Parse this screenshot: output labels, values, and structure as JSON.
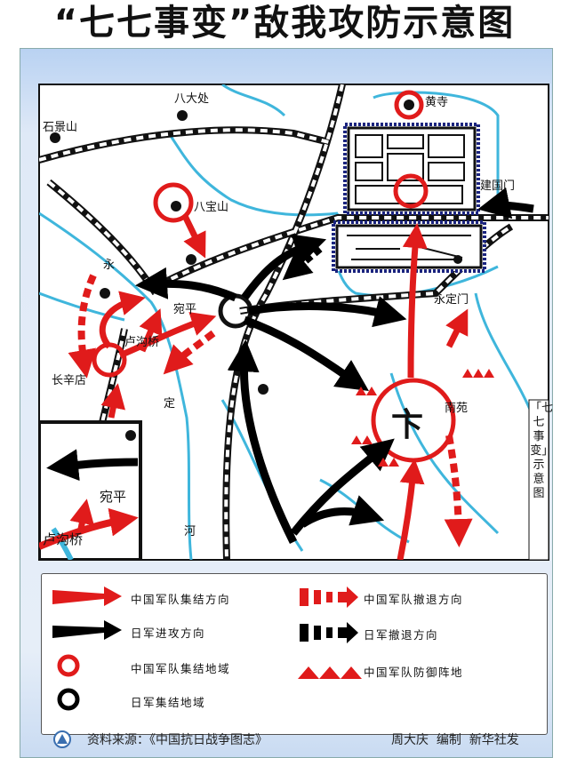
{
  "title": "“七七事变”敌我攻防示意图",
  "side_label": "「七七事变」示意图",
  "colors": {
    "chinese_army": "#e01b1b",
    "japanese_army": "#000000",
    "river": "#3fb6dc",
    "panel": "#d6e4f6"
  },
  "places": {
    "badachu": "八大处",
    "shijingshan": "石景山",
    "huangsi": "黄寺",
    "jianguomen": "建国门",
    "babaoshan": "八宝山",
    "yong": "永",
    "wanping": "宛平",
    "lugouqiao": "卢沟桥",
    "changxindian": "长辛店",
    "ding": "定",
    "he": "河",
    "nanyuan": "南苑",
    "yongdingmen": "永定门"
  },
  "inset": {
    "wanping": "宛平",
    "lugouqiao": "卢沟桥"
  },
  "legend": [
    {
      "icon": "red-arrow-icon",
      "label": "中国军队集结方向"
    },
    {
      "icon": "black-arrow-icon",
      "label": "日军进攻方向"
    },
    {
      "icon": "red-circle-icon",
      "label": "中国军队集结地域"
    },
    {
      "icon": "black-circle-icon",
      "label": "日军集结地域"
    },
    {
      "icon": "red-dashed-arrow-icon",
      "label": "中国军队撤退方向"
    },
    {
      "icon": "black-dashed-arrow-icon",
      "label": "日军撤退方向"
    },
    {
      "icon": "red-triangles-icon",
      "label": "中国军队防御阵地"
    }
  ],
  "footer": {
    "source": "资料来源：《中国抗日战争图志》",
    "credit": "周大庆  编制  新华社发"
  }
}
